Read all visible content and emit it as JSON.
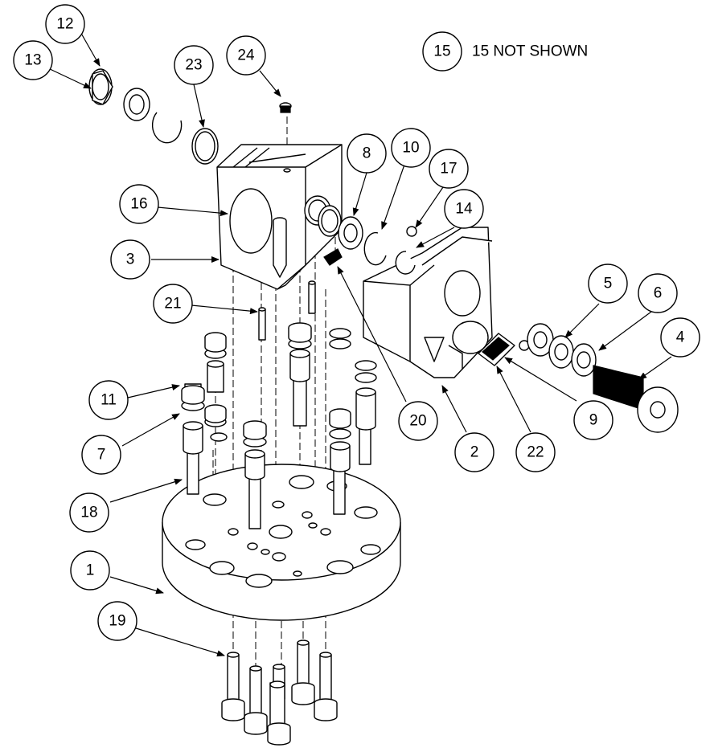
{
  "drawing": {
    "note": {
      "number": "15",
      "text": "15 NOT SHOWN"
    },
    "callouts": [
      "12",
      "13",
      "23",
      "24",
      "16",
      "3",
      "8",
      "10",
      "17",
      "14",
      "21",
      "5",
      "6",
      "4",
      "11",
      "7",
      "20",
      "9",
      "18",
      "2",
      "22",
      "1",
      "19"
    ]
  }
}
